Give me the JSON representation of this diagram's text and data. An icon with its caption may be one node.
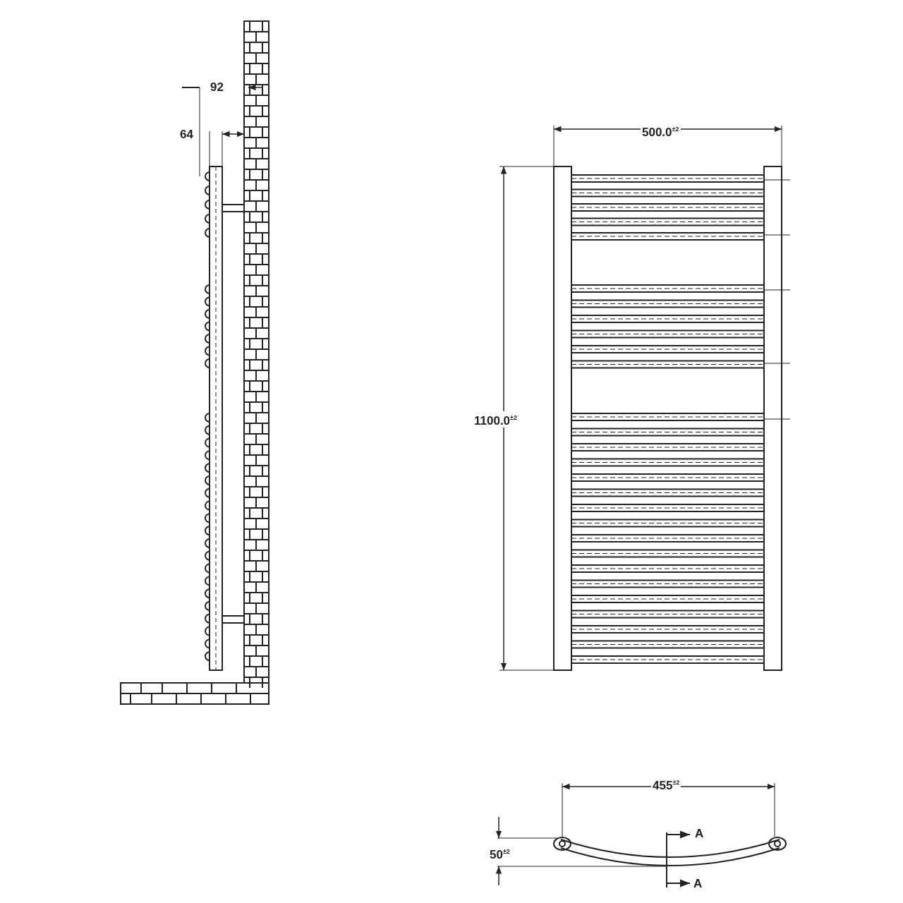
{
  "diagram": {
    "labels": [
      "92",
      "64",
      "500.0$^{±2}$",
      "1100.0$^{±2}$",
      "455$^{±2}$",
      "50$^{±2}$",
      "A",
      "A"
    ]
  }
}
